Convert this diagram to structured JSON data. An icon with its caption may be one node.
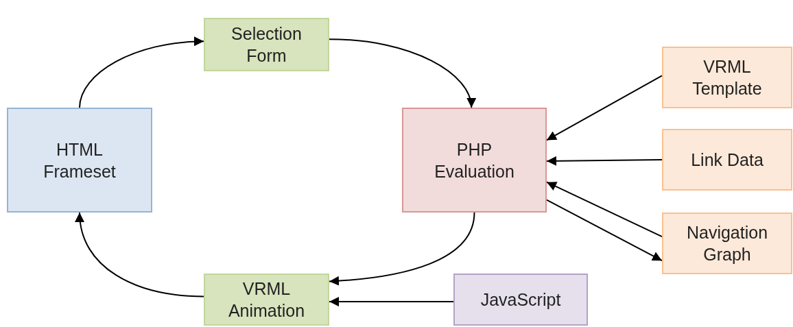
{
  "diagram": {
    "nodes": [
      {
        "text": [
          "HTML Frameset"
        ]
      },
      {
        "text": [
          "Selection Form"
        ]
      },
      {
        "text": [
          "PHP Evaluation"
        ]
      },
      {
        "text": [
          "VRML Template"
        ]
      },
      {
        "text": [
          "Link Data"
        ]
      },
      {
        "text": [
          "Navigation Graph"
        ]
      },
      {
        "text": [
          "VRML Animation"
        ]
      },
      {
        "text": [
          "JavaScript"
        ]
      }
    ],
    "edges": [
      {
        "from": 0,
        "to": 1,
        "arrow": "to"
      },
      {
        "from": 1,
        "to": 2,
        "arrow": "to"
      },
      {
        "from": 2,
        "to": 6,
        "arrow": "to"
      },
      {
        "from": 6,
        "to": 0,
        "arrow": "to"
      },
      {
        "from": 3,
        "to": 2,
        "arrow": "to"
      },
      {
        "from": 4,
        "to": 2,
        "arrow": "to"
      },
      {
        "from": 5,
        "to": 2,
        "arrow": "to"
      },
      {
        "from": 2,
        "to": 5,
        "arrow": "to"
      },
      {
        "from": 7,
        "to": 6,
        "arrow": "to"
      }
    ]
  }
}
